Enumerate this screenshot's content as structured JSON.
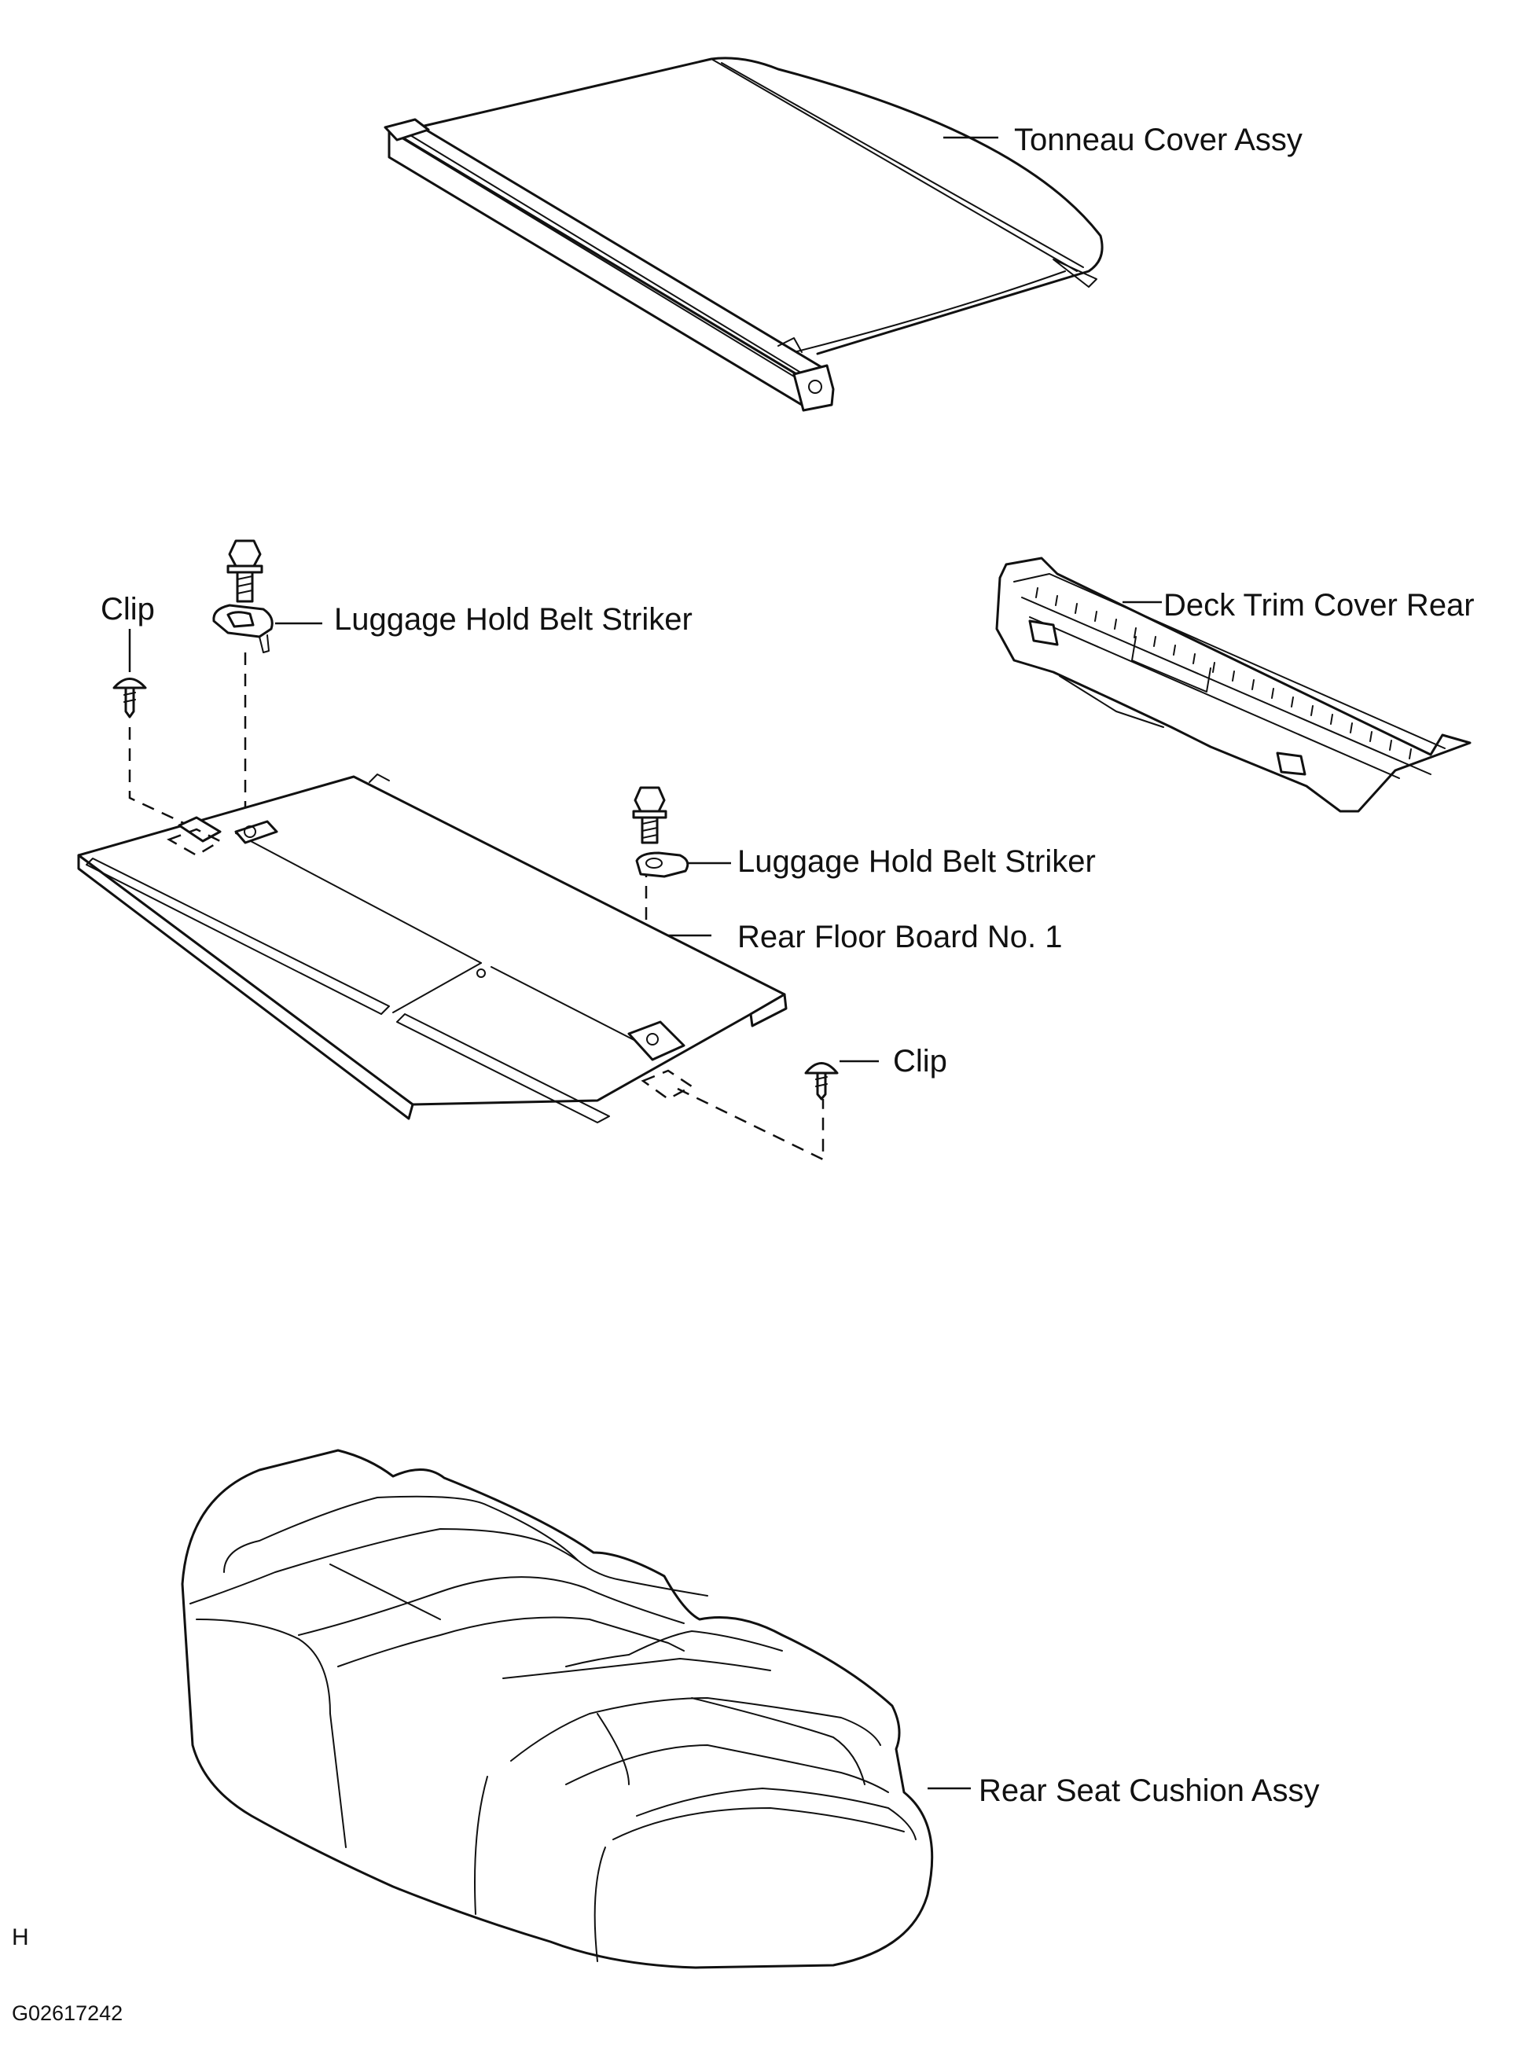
{
  "labels": {
    "tonneau_cover": "Tonneau Cover Assy",
    "clip_left": "Clip",
    "striker_left": "Luggage Hold Belt Striker",
    "deck_trim": "Deck Trim Cover Rear",
    "striker_right": "Luggage Hold Belt Striker",
    "floor_board": "Rear Floor Board No. 1",
    "clip_right": "Clip",
    "seat_cushion": "Rear Seat Cushion Assy"
  },
  "footer": {
    "view_letter": "H",
    "figure_code": "G02617242"
  }
}
